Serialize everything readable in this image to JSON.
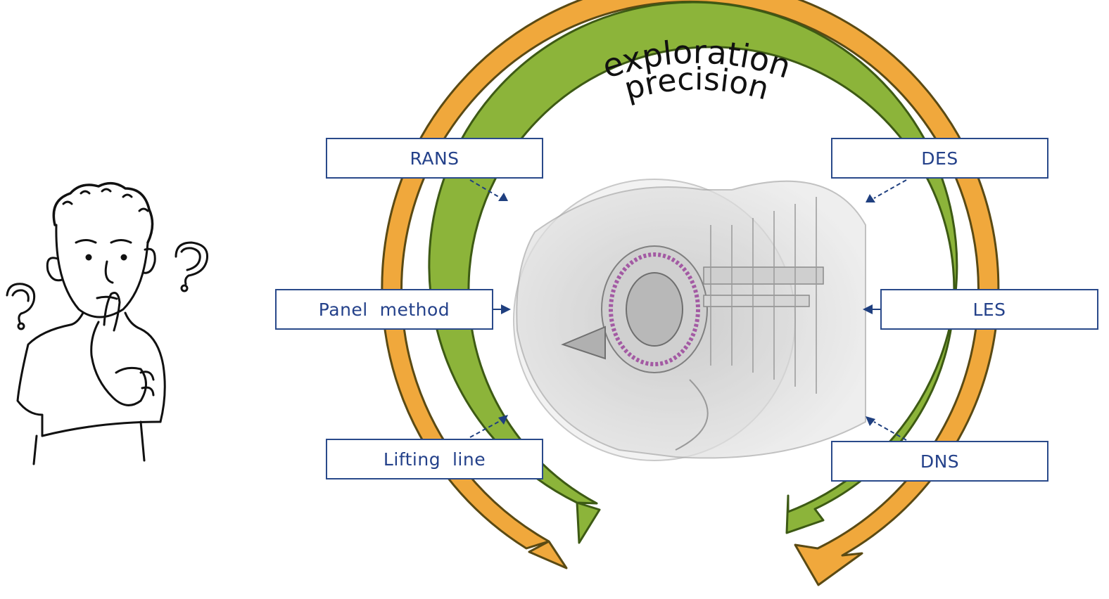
{
  "bands": {
    "outer_label": "exploration",
    "inner_label": "precision",
    "outer_color": "#f0a83c",
    "inner_color": "#8cb43a",
    "border_color": "#5a4a14"
  },
  "methods": {
    "left": [
      "RANS",
      "Panel  method",
      "Lifting  line"
    ],
    "right": [
      "DES",
      "LES",
      "DNS"
    ]
  },
  "colors": {
    "box_border": "#2a4a8a",
    "box_text": "#24418a",
    "arrow": "#1f3f7f"
  },
  "icons": {
    "person": "thinking-person-icon",
    "question_marks": "question-mark-icon",
    "engine": "turbofan-engine-cutaway-icon"
  }
}
